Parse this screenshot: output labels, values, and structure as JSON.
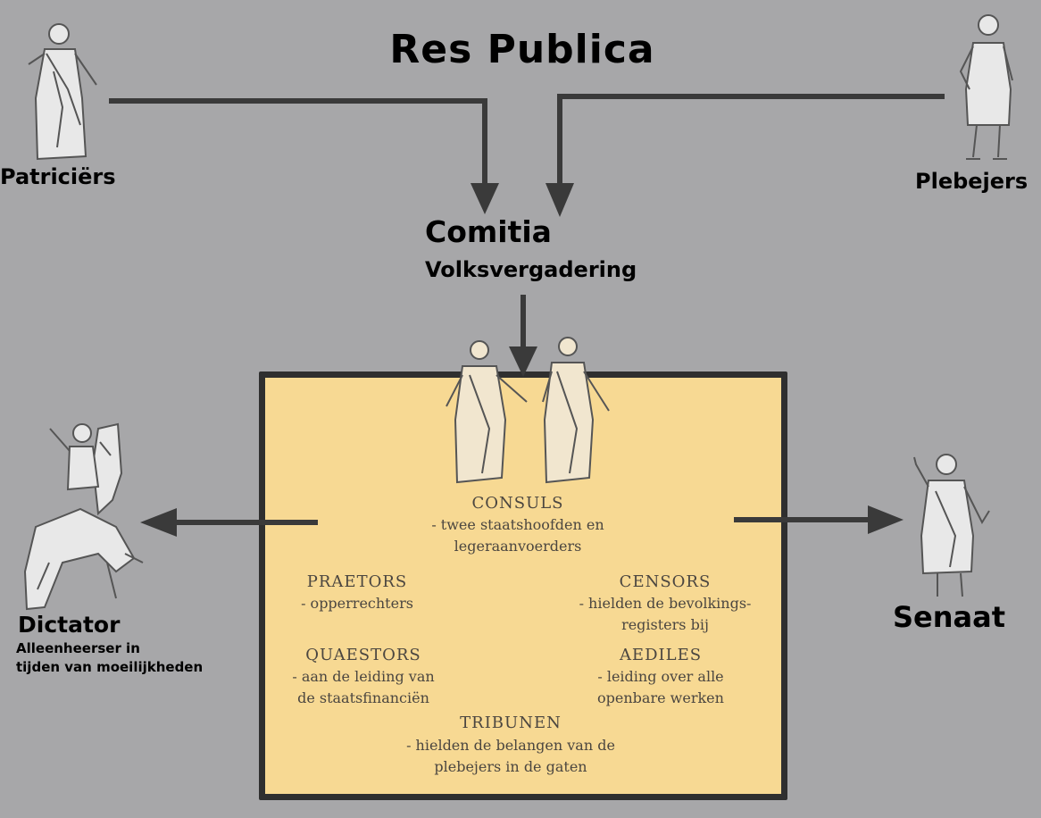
{
  "title": "Res Publica",
  "groups": {
    "patricians": "Patriciërs",
    "plebeians": "Plebejers"
  },
  "assembly": {
    "name": "Comitia",
    "subtitle": "Volksvergadering"
  },
  "dictator": {
    "name": "Dictator",
    "description_line1": "Alleenheerser in",
    "description_line2": "tijden van moeilijkheden"
  },
  "senate": "Senaat",
  "offices": {
    "consuls": {
      "title": "CONSULS",
      "desc_line1": "- twee staatshoofden en",
      "desc_line2": "legeraanvoerders"
    },
    "praetors": {
      "title": "PRAETORS",
      "desc_line1": "- opperrechters"
    },
    "censors": {
      "title": "CENSORS",
      "desc_line1": "- hielden de bevolkings-",
      "desc_line2": "registers bij"
    },
    "quaestors": {
      "title": "QUAESTORS",
      "desc_line1": "- aan de leiding van",
      "desc_line2": "de staatsfinanciën"
    },
    "aediles": {
      "title": "AEDILES",
      "desc_line1": "- leiding over alle",
      "desc_line2": "openbare werken"
    },
    "tribunes": {
      "title": "TRIBUNEN",
      "desc_line1": "- hielden de belangen van de",
      "desc_line2": "plebejers in de gaten"
    }
  },
  "icons": {
    "patrician": "toga-figure-icon",
    "plebeian": "tunic-figure-icon",
    "consuls": "two-consuls-icon",
    "dictator": "horse-rider-icon",
    "senate": "senator-icon"
  },
  "colors": {
    "background": "#a7a7a9",
    "panel": "#f7d993",
    "panel_border": "#2f2f2f",
    "arrows": "#3a3a3a"
  }
}
